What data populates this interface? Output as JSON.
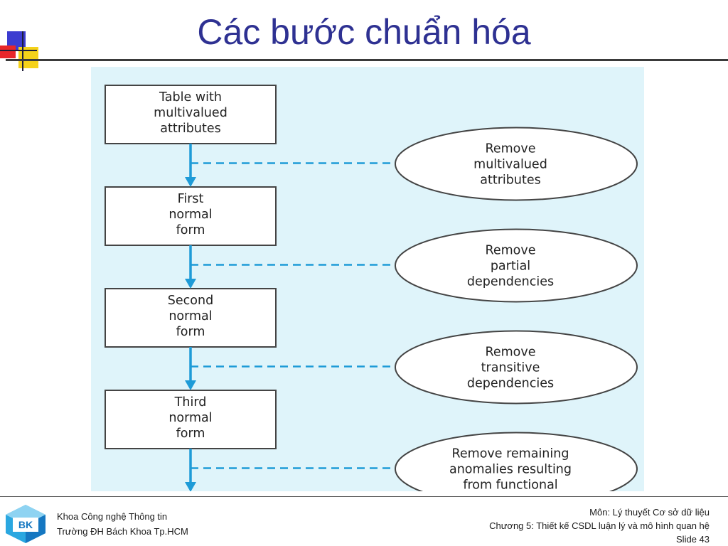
{
  "slide": {
    "title": "Các bước chuẩn hóa"
  },
  "diagram": {
    "boxes": [
      [
        "Table with",
        "multivalued",
        "attributes"
      ],
      [
        "First",
        "normal",
        "form"
      ],
      [
        "Second",
        "normal",
        "form"
      ],
      [
        "Third",
        "normal",
        "form"
      ]
    ],
    "steps": [
      [
        "Remove",
        "multivalued",
        "attributes"
      ],
      [
        "Remove",
        "partial",
        "dependencies"
      ],
      [
        "Remove",
        "transitive",
        "dependencies"
      ],
      [
        "Remove remaining",
        "anomalies resulting",
        "from functional"
      ]
    ],
    "colors": {
      "background": "#dff4fa",
      "arrow": "#1e9bd7",
      "box_border": "#444444",
      "title": "#2e3192"
    }
  },
  "footer": {
    "logo_text": "BK",
    "faculty": "Khoa Công nghệ Thông tin",
    "university": "Trường ĐH Bách Khoa Tp.HCM",
    "course": "Môn: Lý thuyết Cơ sở dữ liệu",
    "chapter": "Chương 5: Thiết kế CSDL luận lý và mô hình quan hệ",
    "slide_number": "Slide 43"
  }
}
